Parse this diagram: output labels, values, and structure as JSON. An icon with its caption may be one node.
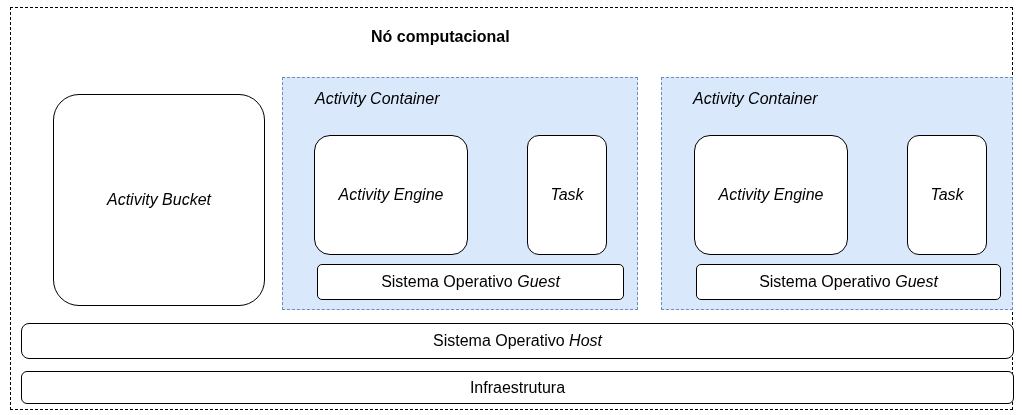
{
  "diagram": {
    "nodes": [
      {
        "text": [
          "Nó computacional"
        ]
      },
      {
        "text": [
          "Activity Bucket"
        ],
        "in": 0
      },
      {
        "text": [
          "Activity Container"
        ],
        "in": 0
      },
      {
        "text": [
          "Activity Engine"
        ],
        "in": 2
      },
      {
        "text": [
          "Task"
        ],
        "in": 2
      },
      {
        "text": [
          "Sistema Operativo *Guest*"
        ],
        "in": 2
      },
      {
        "text": [
          "Activity Container"
        ],
        "in": 0
      },
      {
        "text": [
          "Activity Engine"
        ],
        "in": 6
      },
      {
        "text": [
          "Task"
        ],
        "in": 6
      },
      {
        "text": [
          "Sistema Operativo *Guest*"
        ],
        "in": 6
      },
      {
        "text": [
          "Sistema Operativo *Host*"
        ],
        "in": 0
      },
      {
        "text": [
          "Infraestrutura"
        ],
        "in": 0
      }
    ]
  }
}
